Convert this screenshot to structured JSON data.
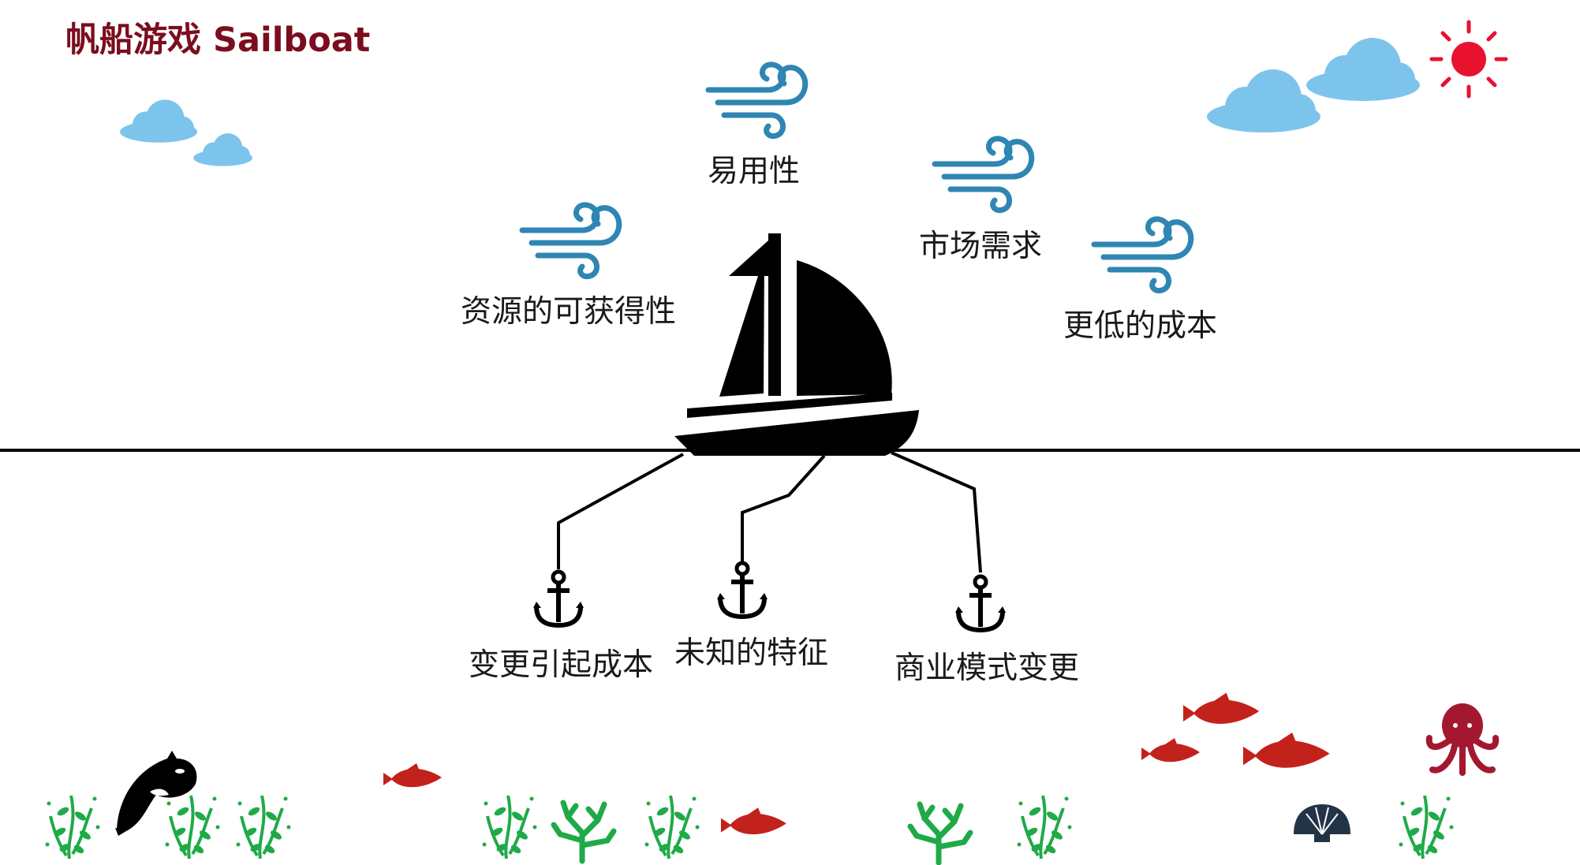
{
  "title": "帆船游戏 Sailboat",
  "winds": [
    {
      "label": "易用性"
    },
    {
      "label": "资源的可获得性"
    },
    {
      "label": "市场需求"
    },
    {
      "label": "更低的成本"
    }
  ],
  "anchors": [
    {
      "label": "变更引起成本"
    },
    {
      "label": "未知的特征"
    },
    {
      "label": "商业模式变更"
    }
  ],
  "icons": {
    "wind": "wind-icon",
    "anchor": "anchor-icon",
    "sailboat": "sailboat-icon",
    "sun": "sun-icon",
    "cloud": "cloud-icon",
    "fish": "fish-icon",
    "orca": "orca-icon",
    "octopus": "octopus-icon",
    "shell": "shell-icon",
    "seaweed": "seaweed-icon"
  },
  "colors": {
    "title": "#7b0d1e",
    "wind": "#2f86b3",
    "cloud": "#7dc4ec",
    "sun": "#e8122f",
    "fish": "#c3211b",
    "octopus": "#a3182f",
    "seaweed": "#1faa48",
    "boat": "#000000",
    "text": "#1a1a1a"
  }
}
